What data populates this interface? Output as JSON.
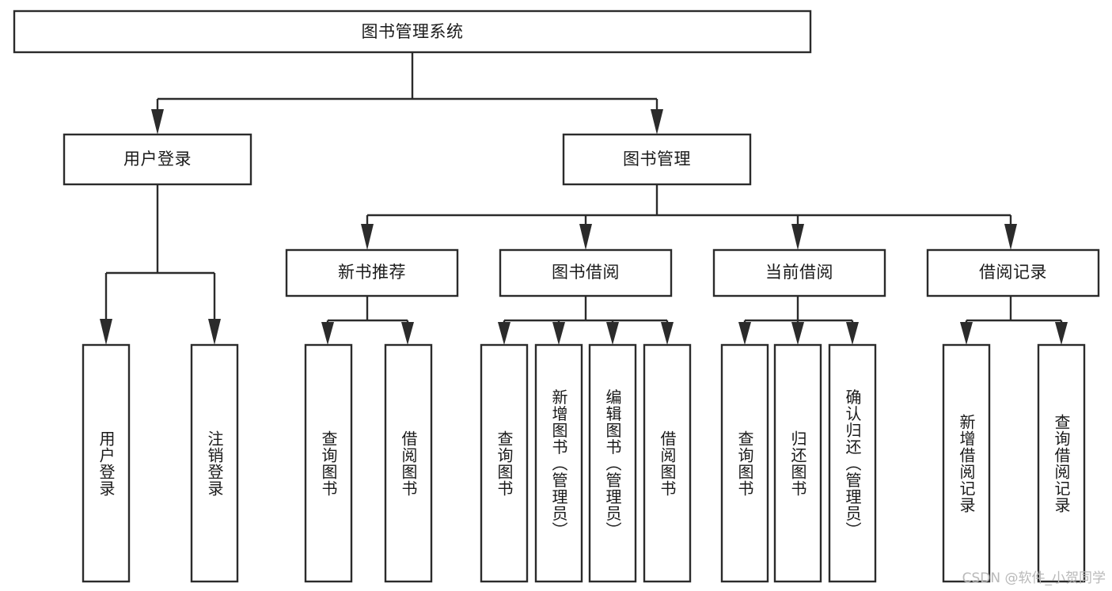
{
  "diagram": {
    "type": "tree-hierarchy",
    "title": "图书管理系统",
    "watermark": "CSDN @软件_小贺同学",
    "colors": {
      "box_stroke": "#2b2b2b",
      "box_fill": "#ffffff",
      "text": "#1a1a1a",
      "background": "#ffffff",
      "watermark": "#b9b9b9"
    },
    "levels": {
      "level1": [
        {
          "id": "root",
          "label": "图书管理系统",
          "orientation": "horizontal"
        }
      ],
      "level2": [
        {
          "id": "user-login",
          "label": "用户登录",
          "orientation": "horizontal",
          "parent": "root"
        },
        {
          "id": "book-management",
          "label": "图书管理",
          "orientation": "horizontal",
          "parent": "root"
        }
      ],
      "level3": [
        {
          "id": "new-book-recommend",
          "label": "新书推荐",
          "orientation": "horizontal",
          "parent": "book-management"
        },
        {
          "id": "book-borrow",
          "label": "图书借阅",
          "orientation": "horizontal",
          "parent": "book-management"
        },
        {
          "id": "current-borrow",
          "label": "当前借阅",
          "orientation": "horizontal",
          "parent": "book-management"
        },
        {
          "id": "borrow-record",
          "label": "借阅记录",
          "orientation": "horizontal",
          "parent": "book-management"
        }
      ],
      "leaves": [
        {
          "id": "leaf-user-login",
          "label": "用户登录",
          "orientation": "vertical",
          "parent": "user-login"
        },
        {
          "id": "leaf-logout",
          "label": "注销登录",
          "orientation": "vertical",
          "parent": "user-login"
        },
        {
          "id": "leaf-query-book-1",
          "label": "查询图书",
          "orientation": "vertical",
          "parent": "new-book-recommend"
        },
        {
          "id": "leaf-borrow-book-1",
          "label": "借阅图书",
          "orientation": "vertical",
          "parent": "new-book-recommend"
        },
        {
          "id": "leaf-query-book-2",
          "label": "查询图书",
          "orientation": "vertical",
          "parent": "book-borrow"
        },
        {
          "id": "leaf-add-book",
          "label": "新增图书（管理员）",
          "orientation": "vertical",
          "parent": "book-borrow"
        },
        {
          "id": "leaf-edit-book",
          "label": "编辑图书（管理员）",
          "orientation": "vertical",
          "parent": "book-borrow"
        },
        {
          "id": "leaf-borrow-book-2",
          "label": "借阅图书",
          "orientation": "vertical",
          "parent": "book-borrow"
        },
        {
          "id": "leaf-query-book-3",
          "label": "查询图书",
          "orientation": "vertical",
          "parent": "current-borrow"
        },
        {
          "id": "leaf-return-book",
          "label": "归还图书",
          "orientation": "vertical",
          "parent": "current-borrow"
        },
        {
          "id": "leaf-confirm-return",
          "label": "确认归还（管理员）",
          "orientation": "vertical",
          "parent": "current-borrow"
        },
        {
          "id": "leaf-add-record",
          "label": "新增借阅记录",
          "orientation": "vertical",
          "parent": "borrow-record"
        },
        {
          "id": "leaf-query-record",
          "label": "查询借阅记录",
          "orientation": "vertical",
          "parent": "borrow-record"
        }
      ]
    }
  }
}
